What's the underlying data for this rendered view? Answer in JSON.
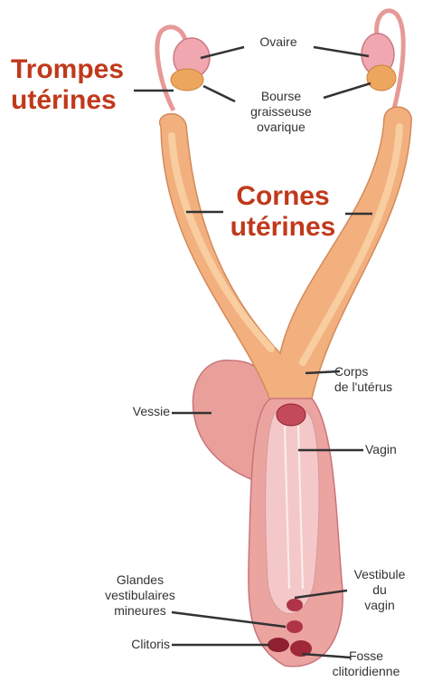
{
  "colors": {
    "title_red": "#c0391b",
    "uterus_fill": "#f2b07e",
    "uterus_light": "#f8cda0",
    "pink_tissue": "#e69a97",
    "bladder": "#eaa09a",
    "vagina_inner": "#f4c8c8",
    "dark_red": "#8f2030",
    "line": "#333333"
  },
  "labels": {
    "trompes": "Trompes\nutérines",
    "cornes": "Cornes\nutérines",
    "ovaire": "Ovaire",
    "bourse": "Bourse\ngraisseuse\novarique",
    "corps": "Corps\nde l'utérus",
    "vessie": "Vessie",
    "vagin": "Vagin",
    "glandes": "Glandes\nvestibulaires\nmineures",
    "vestibule": "Vestibule\ndu\nvagin",
    "clitoris": "Clitoris",
    "fosse": "Fosse\nclitoridienne"
  }
}
